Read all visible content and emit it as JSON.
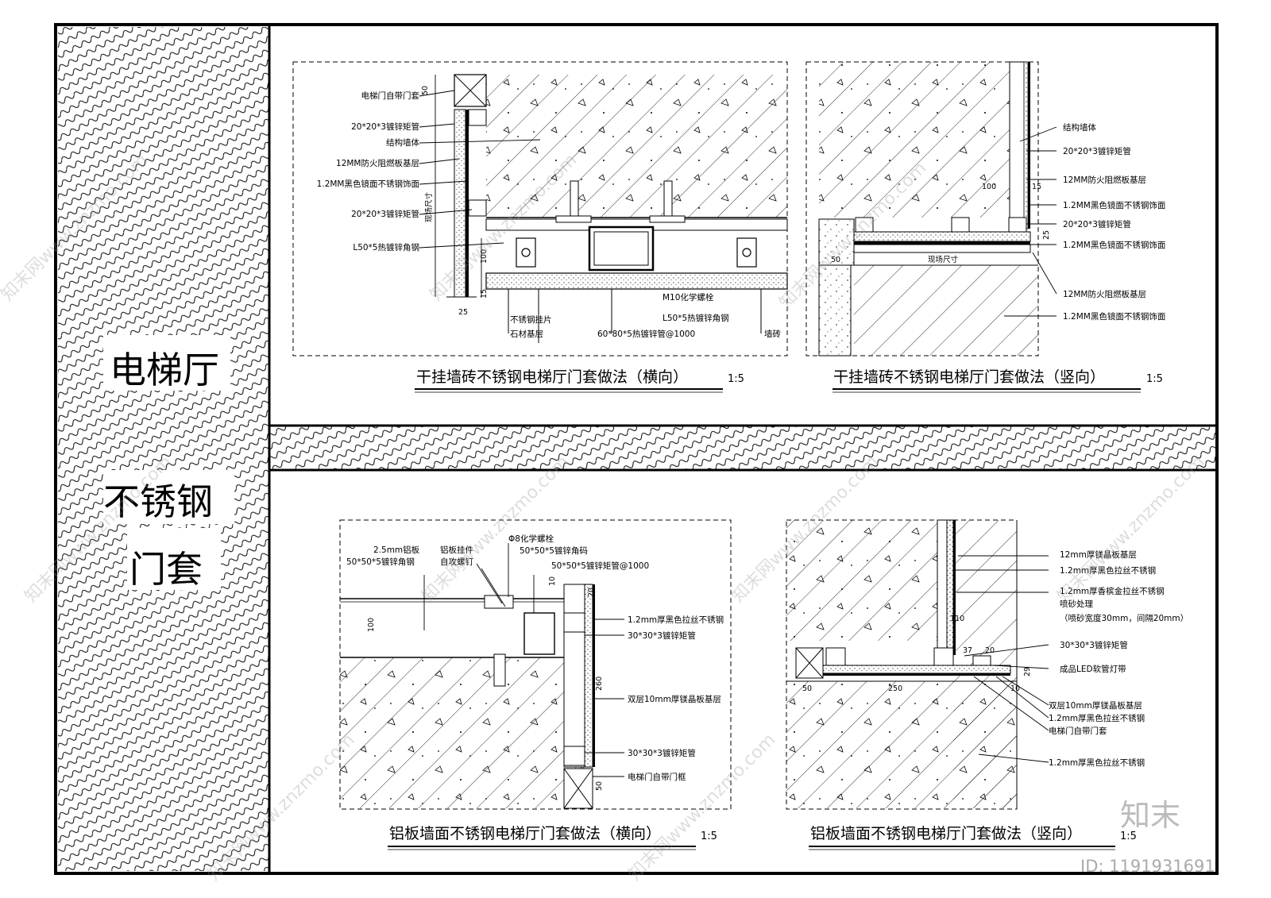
{
  "sheet": {
    "side_title_line1": "电梯厅",
    "side_title_line2": "不锈钢",
    "side_title_line3": "门套"
  },
  "d1": {
    "title": "干挂墙砖不锈钢电梯厅门套做法（横向）",
    "scale": "1:5",
    "labels": [
      "电梯门自带门套",
      "20*20*3镀锌矩管",
      "结构墙体",
      "12MM防火阻燃板基层",
      "1.2MM黑色镜面不锈钢饰面",
      "20*20*3镀锌矩管",
      "L50*5热镀锌角钢"
    ],
    "bottom_labels": {
      "a": "不锈钢挂片",
      "b": "石材基层",
      "c": "60*80*5热镀锌管@1000",
      "d": "M10化学螺栓",
      "e": "L50*5热镀锌角钢",
      "f": "墙砖"
    },
    "dims": {
      "d50": "50",
      "d100": "100",
      "d15": "15",
      "d25": "25",
      "site": "现场尺寸"
    }
  },
  "d2": {
    "title": "干挂墙砖不锈钢电梯厅门套做法（竖向）",
    "scale": "1:5",
    "labels": [
      "结构墙体",
      "20*20*3镀锌矩管",
      "12MM防火阻燃板基层",
      "1.2MM黑色镜面不锈钢饰面",
      "20*20*3镀锌矩管",
      "1.2MM黑色镜面不锈钢饰面",
      "12MM防火阻燃板基层",
      "1.2MM黑色镜面不锈钢饰面"
    ],
    "dims": {
      "d100": "100",
      "d15": "15",
      "d25": "25",
      "d50": "50",
      "site": "现场尺寸"
    }
  },
  "d3": {
    "title": "铝板墙面不锈钢电梯厅门套做法（横向）",
    "scale": "1:5",
    "top_labels": {
      "a": "2.5mm铝板",
      "b": "50*50*5镀锌角钢",
      "c": "铝板挂件",
      "d": "自攻螺钉",
      "e": "Φ8化学螺栓",
      "f": "50*50*5镀锌角码",
      "g": "50*50*5镀锌矩管@1000"
    },
    "labels": [
      "1.2mm厚黑色拉丝不锈钢",
      "30*30*3镀锌矩管",
      "双层10mm厚镁晶板基层",
      "30*30*3镀锌矩管",
      "电梯门自带门框"
    ],
    "dims": {
      "d10": "10",
      "d20": "20",
      "d100": "100",
      "d260": "260",
      "d50": "50"
    }
  },
  "d4": {
    "title": "铝板墙面不锈钢电梯厅门套做法（竖向）",
    "scale": "1:5",
    "labels": [
      "12mm厚镁晶板基层",
      "1.2mm厚黑色拉丝不锈钢",
      "1.2mm厚香槟金拉丝不锈钢",
      "喷砂处理",
      "（喷砂宽度30mm，间隔20mm）",
      "30*30*3镀锌矩管",
      "成品LED软管灯带"
    ],
    "bottom_labels": [
      "双层10mm厚镁晶板基层",
      "1.2mm厚黑色拉丝不锈钢",
      "电梯门自带门套",
      "1.2mm厚黑色拉丝不锈钢"
    ],
    "dims": {
      "d110": "110",
      "d37": "37",
      "d20": "20",
      "d50": "50",
      "d250": "250",
      "d29": "29",
      "d10": "10"
    }
  },
  "watermark": {
    "text": "知末网www.znzmo.com",
    "logo": "知末",
    "id": "ID: 1191931691"
  }
}
